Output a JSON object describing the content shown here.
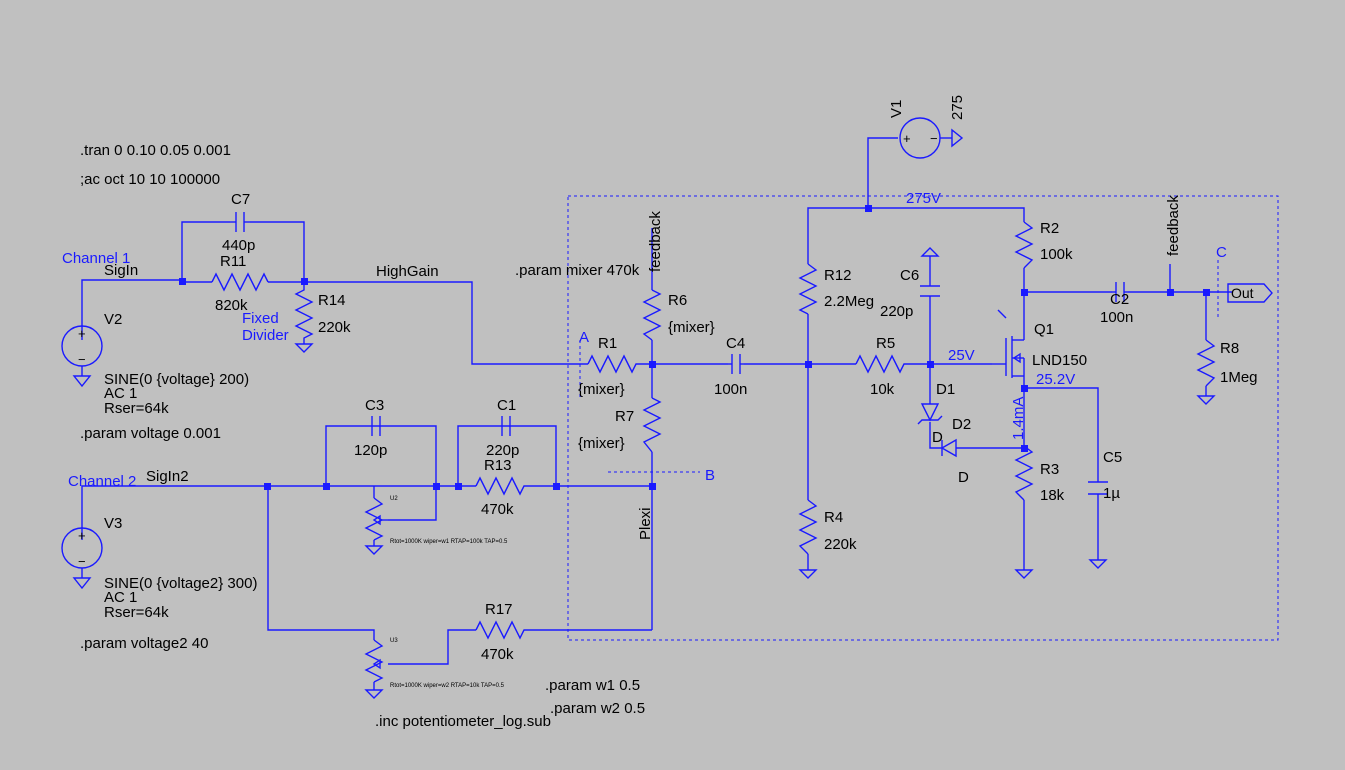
{
  "directives": {
    "tran": ".tran 0 0.10 0.05 0.001",
    "ac": ";ac oct 10 10 100000",
    "param_mixer": ".param mixer 470k",
    "param_voltage": ".param voltage 0.001",
    "param_voltage2": ".param voltage2 40",
    "param_w1": ".param w1 0.5",
    "param_w2": ".param w2 0.5",
    "inc": ".inc potentiometer_log.sub"
  },
  "notes": {
    "channel1": "Channel 1",
    "channel2": "Channel 2",
    "fixed": "Fixed",
    "divider": "Divider",
    "point_a": "A",
    "point_b": "B",
    "point_c": "C",
    "v275": "275V",
    "v25": "25V",
    "v252": "25.2V",
    "i14": "1.4mA"
  },
  "nets": {
    "sigin": "SigIn",
    "sigin2": "SigIn2",
    "highgain": "HighGain",
    "plexi": "Plexi",
    "feedback1": "feedback",
    "feedback2": "feedback",
    "out": "Out"
  },
  "components": {
    "V1": {
      "name": "V1",
      "value": "275"
    },
    "V2": {
      "name": "V2",
      "value": "SINE(0 {voltage} 200)",
      "ac": "AC 1",
      "rser": "Rser=64k"
    },
    "V3": {
      "name": "V3",
      "value": "SINE(0 {voltage2} 300)",
      "ac": "AC 1",
      "rser": "Rser=64k"
    },
    "C7": {
      "name": "C7",
      "value": "440p"
    },
    "R11": {
      "name": "R11",
      "value": "820k"
    },
    "R14": {
      "name": "R14",
      "value": "220k"
    },
    "R1": {
      "name": "R1",
      "value": "{mixer}"
    },
    "R6": {
      "name": "R6",
      "value": "{mixer}"
    },
    "R7": {
      "name": "R7",
      "value": "{mixer}"
    },
    "C4": {
      "name": "C4",
      "value": "100n"
    },
    "R12": {
      "name": "R12",
      "value": "2.2Meg"
    },
    "R4": {
      "name": "R4",
      "value": "220k"
    },
    "R5": {
      "name": "R5",
      "value": "10k"
    },
    "C6": {
      "name": "C6",
      "value": "220p"
    },
    "R2": {
      "name": "R2",
      "value": "100k"
    },
    "Q1": {
      "name": "Q1",
      "value": "LND150"
    },
    "C2": {
      "name": "C2",
      "value": "100n"
    },
    "R8": {
      "name": "R8",
      "value": "1Meg"
    },
    "D1": {
      "name": "D1",
      "value": "D"
    },
    "D2": {
      "name": "D2",
      "value": "D"
    },
    "R3": {
      "name": "R3",
      "value": "18k"
    },
    "C5": {
      "name": "C5",
      "value": "1µ"
    },
    "C3": {
      "name": "C3",
      "value": "120p"
    },
    "C1": {
      "name": "C1",
      "value": "220p"
    },
    "R13": {
      "name": "R13",
      "value": "470k"
    },
    "R17": {
      "name": "R17",
      "value": "470k"
    },
    "U2": {
      "name": "U2",
      "value": "Rtot=1000K wiper=w1 RTAP=100k TAP=0.5"
    },
    "U3": {
      "name": "U3",
      "value": "Rtot=1000K wiper=w2 RTAP=10k TAP=0.5"
    }
  }
}
